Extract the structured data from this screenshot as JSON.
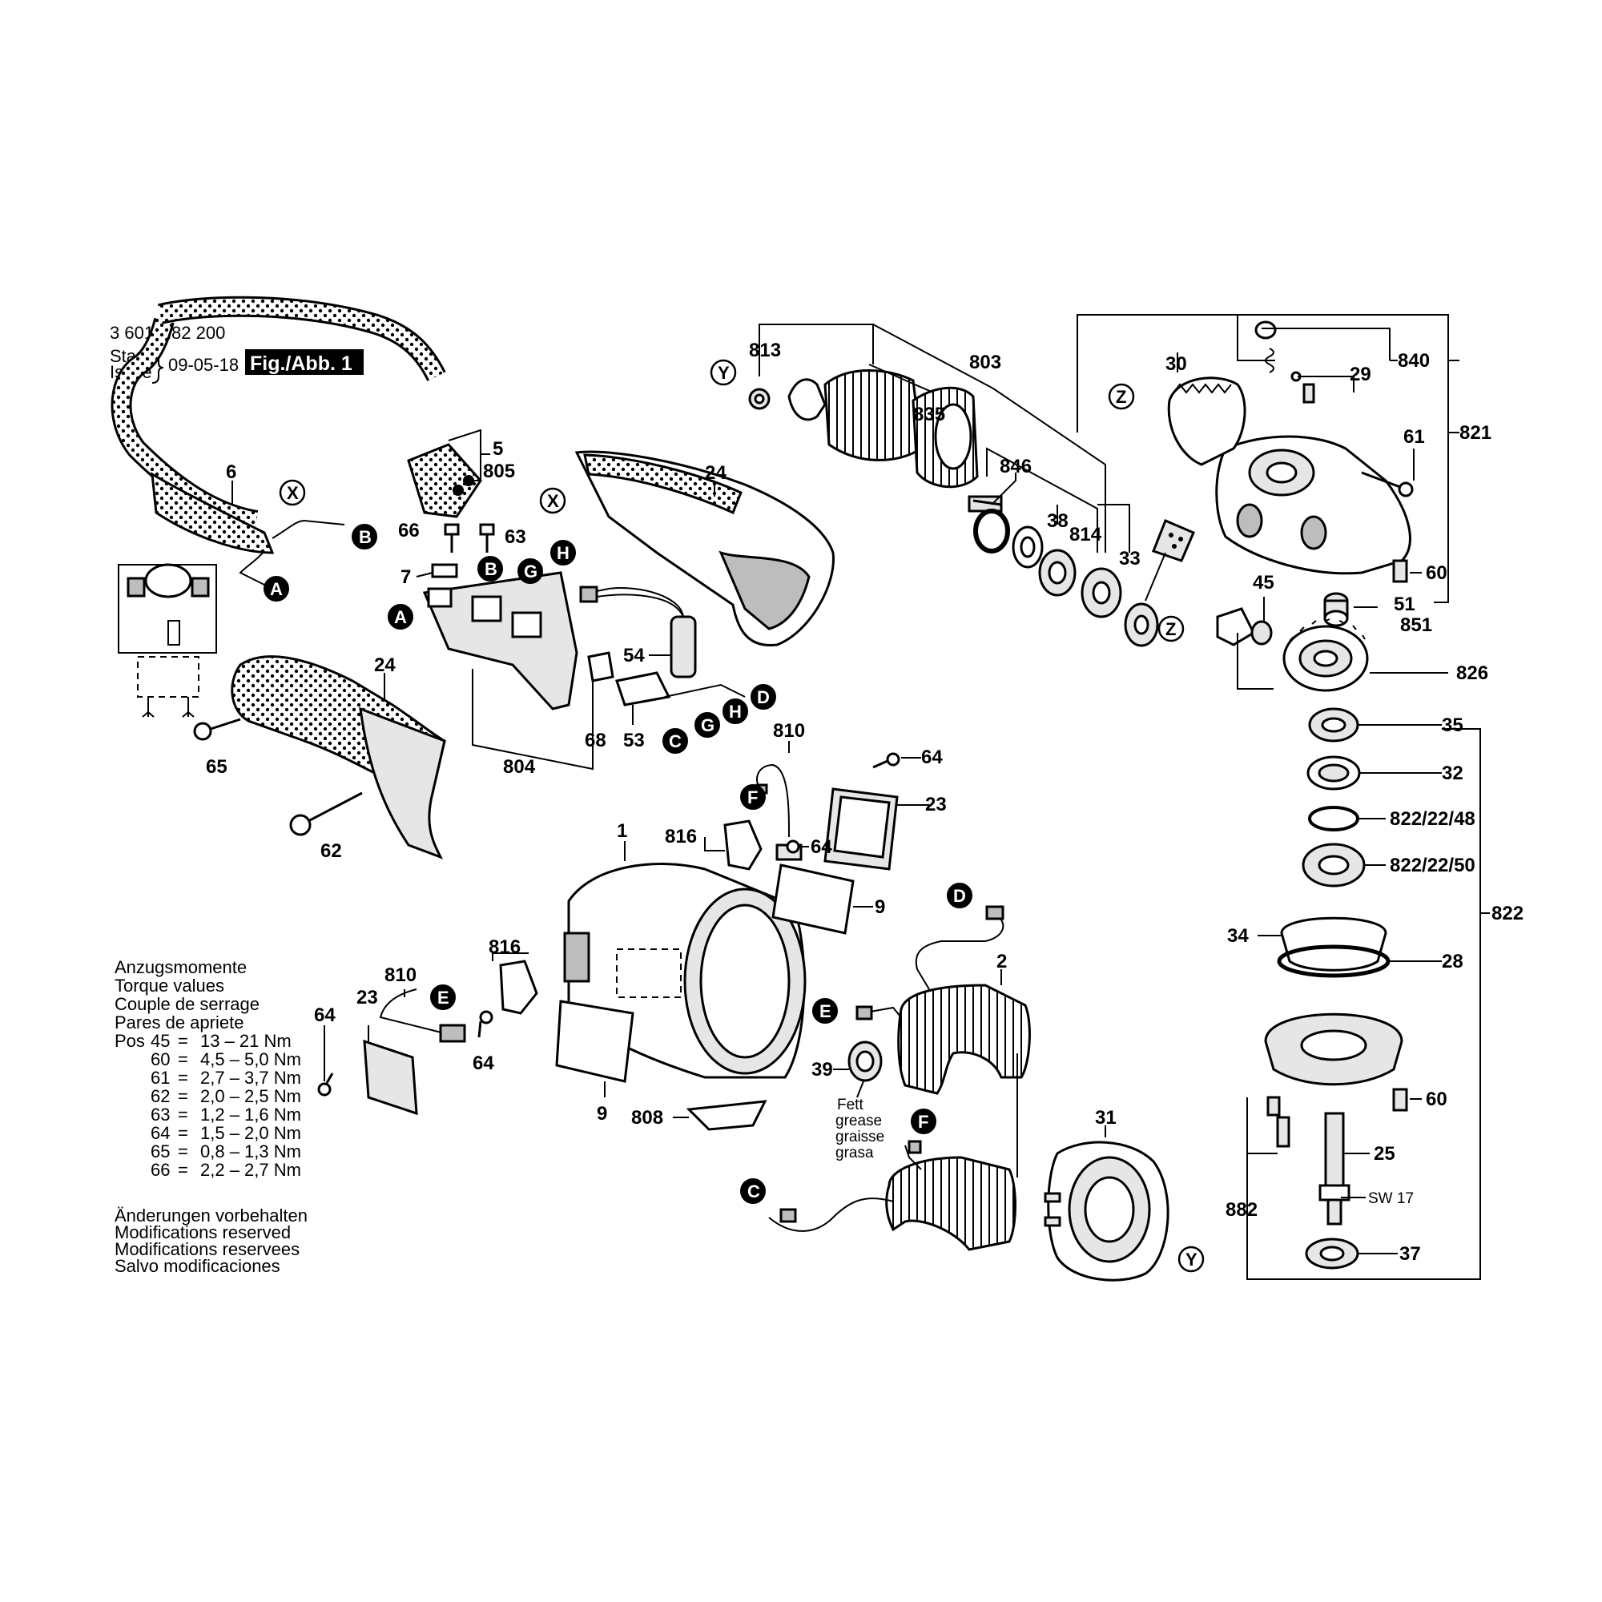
{
  "header": {
    "part_number": "3 601 H82 200",
    "stand": "Stand",
    "issue": "Issue",
    "date": "09-05-18",
    "figure": "Fig./Abb. 1"
  },
  "torque": {
    "title_de": "Anzugsmomente",
    "title_en": "Torque values",
    "title_fr": "Couple de serrage",
    "title_es": "Pares de apriete",
    "pos_label": "Pos",
    "rows": [
      {
        "pos": "45",
        "eq": "=",
        "value": "13 – 21 Nm"
      },
      {
        "pos": "60",
        "eq": "=",
        "value": "4,5 – 5,0 Nm"
      },
      {
        "pos": "61",
        "eq": "=",
        "value": "2,7 – 3,7 Nm"
      },
      {
        "pos": "62",
        "eq": "=",
        "value": "2,0 – 2,5 Nm"
      },
      {
        "pos": "63",
        "eq": "=",
        "value": "1,2 – 1,6 Nm"
      },
      {
        "pos": "64",
        "eq": "=",
        "value": "1,5 – 2,0 Nm"
      },
      {
        "pos": "65",
        "eq": "=",
        "value": "0,8 – 1,3 Nm"
      },
      {
        "pos": "66",
        "eq": "=",
        "value": "2,2 – 2,7 Nm"
      }
    ]
  },
  "notes": {
    "de": "Änderungen vorbehalten",
    "en": "Modifications reserved",
    "fr": "Modifications reservees",
    "es": "Salvo modificaciones"
  },
  "grease": {
    "de": "Fett",
    "en": "grease",
    "fr": "graisse",
    "es": "grasa"
  },
  "wrench_size": "SW 17",
  "connectors": {
    "A": "A",
    "B": "B",
    "C": "C",
    "D": "D",
    "E": "E",
    "F": "F",
    "G": "G",
    "H": "H",
    "X": "X",
    "Y": "Y",
    "Z": "Z"
  },
  "labels": {
    "p1": "1",
    "p2": "2",
    "p5": "5",
    "p6": "6",
    "p7": "7",
    "p9": "9",
    "p23": "23",
    "p24": "24",
    "p25": "25",
    "p28": "28",
    "p29": "29",
    "p30": "30",
    "p31": "31",
    "p32": "32",
    "p33": "33",
    "p34": "34",
    "p35": "35",
    "p37": "37",
    "p38": "38",
    "p39": "39",
    "p45": "45",
    "p51": "51",
    "p53": "53",
    "p54": "54",
    "p60": "60",
    "p61": "61",
    "p62": "62",
    "p63": "63",
    "p64": "64",
    "p65": "65",
    "p66": "66",
    "p68": "68",
    "p803": "803",
    "p804": "804",
    "p805": "805",
    "p808": "808",
    "p810": "810",
    "p813": "813",
    "p814": "814",
    "p816": "816",
    "p821": "821",
    "p822": "822",
    "p822_22_48": "822/22/48",
    "p822_22_50": "822/22/50",
    "p826": "826",
    "p835": "835",
    "p840": "840",
    "p846": "846",
    "p851": "851",
    "p882": "882"
  }
}
